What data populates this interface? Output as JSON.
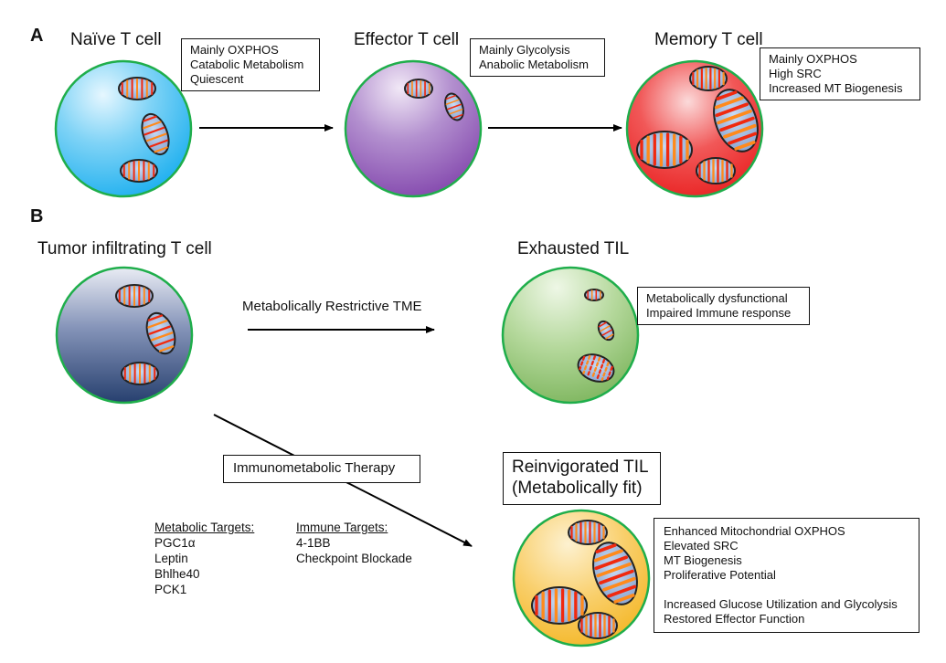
{
  "panels": {
    "a": {
      "letter": "A",
      "cells": [
        {
          "title": "Naïve T cell",
          "fill": "#44bdf0",
          "features": [
            "Mainly OXPHOS",
            "Catabolic Metabolism",
            "Quiescent"
          ]
        },
        {
          "title": "Effector T cell",
          "fill": "#8d57b1",
          "features": [
            "Mainly Glycolysis",
            "Anabolic Metabolism"
          ]
        },
        {
          "title": "Memory T cell",
          "fill": "#ea2a2a",
          "features": [
            "Mainly OXPHOS",
            "High SRC",
            "Increased MT Biogenesis"
          ]
        }
      ]
    },
    "b": {
      "letter": "B",
      "tumor_cell": {
        "title": "Tumor infiltrating T cell",
        "fill": "#3a5080"
      },
      "restrictive_arrow_label": "Metabolically Restrictive TME",
      "exhausted_cell": {
        "title": "Exhausted TIL",
        "fill": "#8fc070",
        "features": [
          "Metabolically dysfunctional",
          "Impaired Immune  response"
        ]
      },
      "therapy_label": "Immunometabolic Therapy",
      "metabolic_targets": {
        "header": "Metabolic Targets:",
        "items": [
          "PGC1α",
          "Leptin",
          "Bhlhe40",
          "PCK1"
        ]
      },
      "immune_targets": {
        "header": "Immune  Targets:",
        "items": [
          "4-1BB",
          "Checkpoint Blockade"
        ]
      },
      "reinvigorated_cell": {
        "title_lines": [
          "Reinvigorated TIL",
          "(Metabolically fit)"
        ],
        "fill": "#f5b82e",
        "features": [
          "Enhanced Mitochondrial OXPHOS",
          "Elevated SRC",
          "MT  Biogenesis",
          "Proliferative Potential",
          "",
          "Increased Glucose Utilization  and Glycolysis",
          "Restored Effector Function"
        ]
      }
    }
  },
  "colors": {
    "membrane": "#1fae4b",
    "mito_matrix": "#a9c2e6",
    "cristae_red": "#f02a12",
    "cristae_orange": "#ff9a1a"
  }
}
